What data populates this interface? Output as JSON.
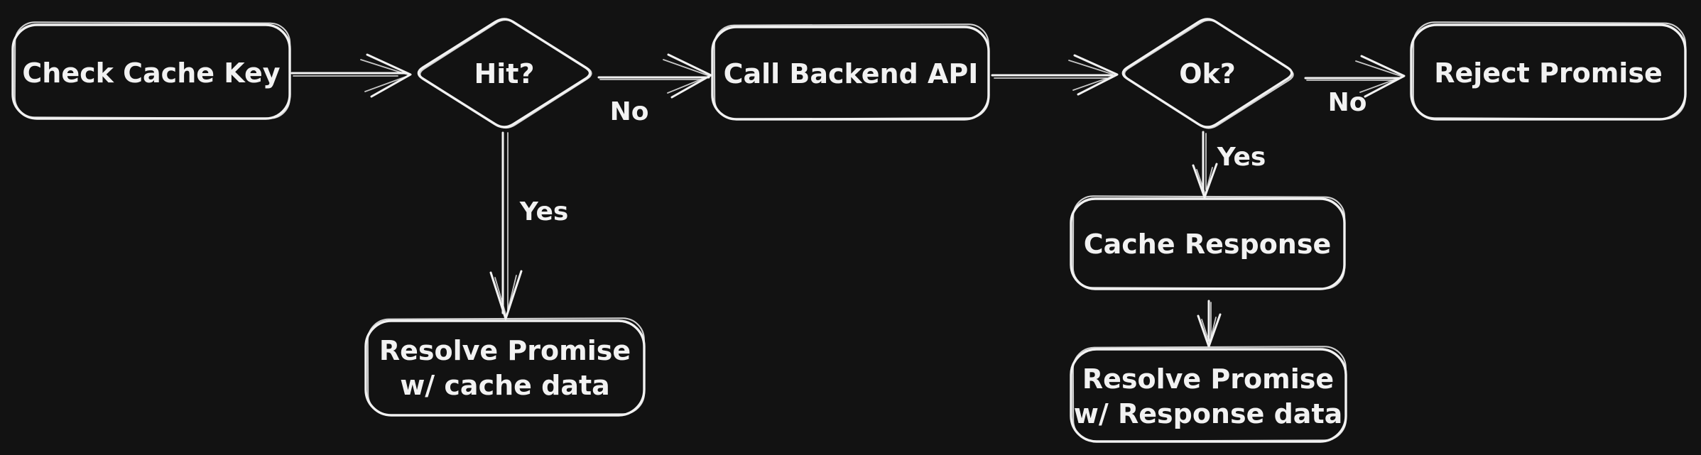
{
  "canvas": {
    "background": "#121212",
    "stroke": "#f2f2f2",
    "style": "hand-drawn-flowchart"
  },
  "nodes": {
    "check_cache_key": {
      "type": "process",
      "label": "Check Cache Key"
    },
    "hit_decision": {
      "type": "decision",
      "label": "Hit?"
    },
    "call_backend_api": {
      "type": "process",
      "label": "Call Backend API"
    },
    "ok_decision": {
      "type": "decision",
      "label": "Ok?"
    },
    "reject_promise": {
      "type": "process",
      "label": "Reject Promise"
    },
    "resolve_cache": {
      "type": "process",
      "lines": [
        "Resolve Promise",
        "w/ cache data"
      ]
    },
    "cache_response": {
      "type": "process",
      "label": "Cache Response"
    },
    "resolve_response": {
      "type": "process",
      "lines": [
        "Resolve Promise",
        "w/ Response data"
      ]
    }
  },
  "edges": {
    "check_to_hit": {
      "from": "check_cache_key",
      "to": "hit_decision",
      "label": ""
    },
    "hit_no": {
      "from": "hit_decision",
      "to": "call_backend_api",
      "label": "No"
    },
    "hit_yes": {
      "from": "hit_decision",
      "to": "resolve_cache",
      "label": "Yes"
    },
    "backend_to_ok": {
      "from": "call_backend_api",
      "to": "ok_decision",
      "label": ""
    },
    "ok_no": {
      "from": "ok_decision",
      "to": "reject_promise",
      "label": "No"
    },
    "ok_yes": {
      "from": "ok_decision",
      "to": "cache_response",
      "label": "Yes"
    },
    "cache_to_resolve": {
      "from": "cache_response",
      "to": "resolve_response",
      "label": ""
    }
  }
}
